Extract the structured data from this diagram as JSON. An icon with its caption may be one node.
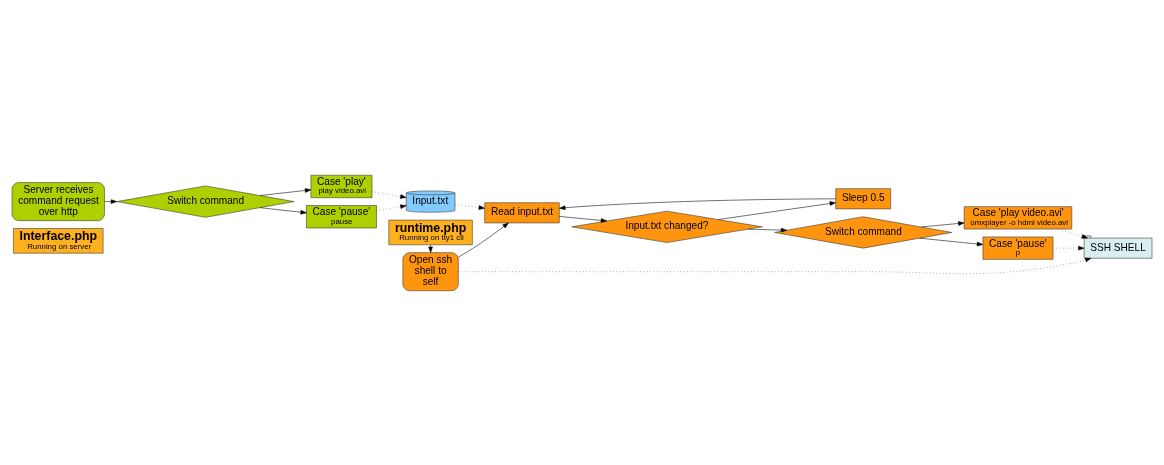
{
  "diagram": {
    "nodes": [
      {
        "text": [
          "Interface.php",
          "Running on server"
        ]
      },
      {
        "text": [
          "Server receives command request over http"
        ]
      },
      {
        "text": [
          "Switch command"
        ]
      },
      {
        "text": [
          "Case 'play'",
          "play video.avi"
        ]
      },
      {
        "text": [
          "Case 'pause'",
          "pause"
        ]
      },
      {
        "text": [
          "Input.txt"
        ]
      },
      {
        "text": [
          "runtime.php",
          "Running on tty1 cli"
        ]
      },
      {
        "text": [
          "Open ssh shell to self"
        ]
      },
      {
        "text": [
          "SSH SHELL"
        ]
      },
      {
        "text": [
          "Read input.txt"
        ]
      },
      {
        "text": [
          "Input.txt changed?"
        ]
      },
      {
        "text": [
          "Sleep 0.5"
        ]
      },
      {
        "text": [
          "Switch command"
        ]
      },
      {
        "text": [
          "Case 'play video.avi'",
          "omxplayer -o hdmi video.avi"
        ]
      },
      {
        "text": [
          "Case 'pause'",
          "p"
        ]
      }
    ],
    "edges": [
      {
        "from": 1,
        "to": 2,
        "arrow": "to"
      },
      {
        "from": 2,
        "to": 3,
        "arrow": "to"
      },
      {
        "from": 2,
        "to": 4,
        "arrow": "to"
      },
      {
        "from": 3,
        "to": 5,
        "arrow": "to",
        "style": "dashed"
      },
      {
        "from": 4,
        "to": 5,
        "arrow": "to",
        "style": "dashed"
      },
      {
        "from": 5,
        "to": 9,
        "arrow": "to",
        "style": "dashed"
      },
      {
        "from": 6,
        "to": 7,
        "arrow": "to"
      },
      {
        "from": 7,
        "to": 8,
        "arrow": "to",
        "style": "dashed"
      },
      {
        "from": 7,
        "to": 9,
        "arrow": "to"
      },
      {
        "from": 9,
        "to": 10,
        "arrow": "to"
      },
      {
        "from": 10,
        "to": 11,
        "arrow": "to"
      },
      {
        "from": 11,
        "to": 9,
        "arrow": "to"
      },
      {
        "from": 10,
        "to": 12,
        "arrow": "to"
      },
      {
        "from": 12,
        "to": 13,
        "arrow": "to"
      },
      {
        "from": 12,
        "to": 14,
        "arrow": "to"
      },
      {
        "from": 13,
        "to": 8,
        "arrow": "to",
        "style": "dashed"
      },
      {
        "from": 14,
        "to": 8,
        "arrow": "to",
        "style": "dashed"
      }
    ]
  }
}
